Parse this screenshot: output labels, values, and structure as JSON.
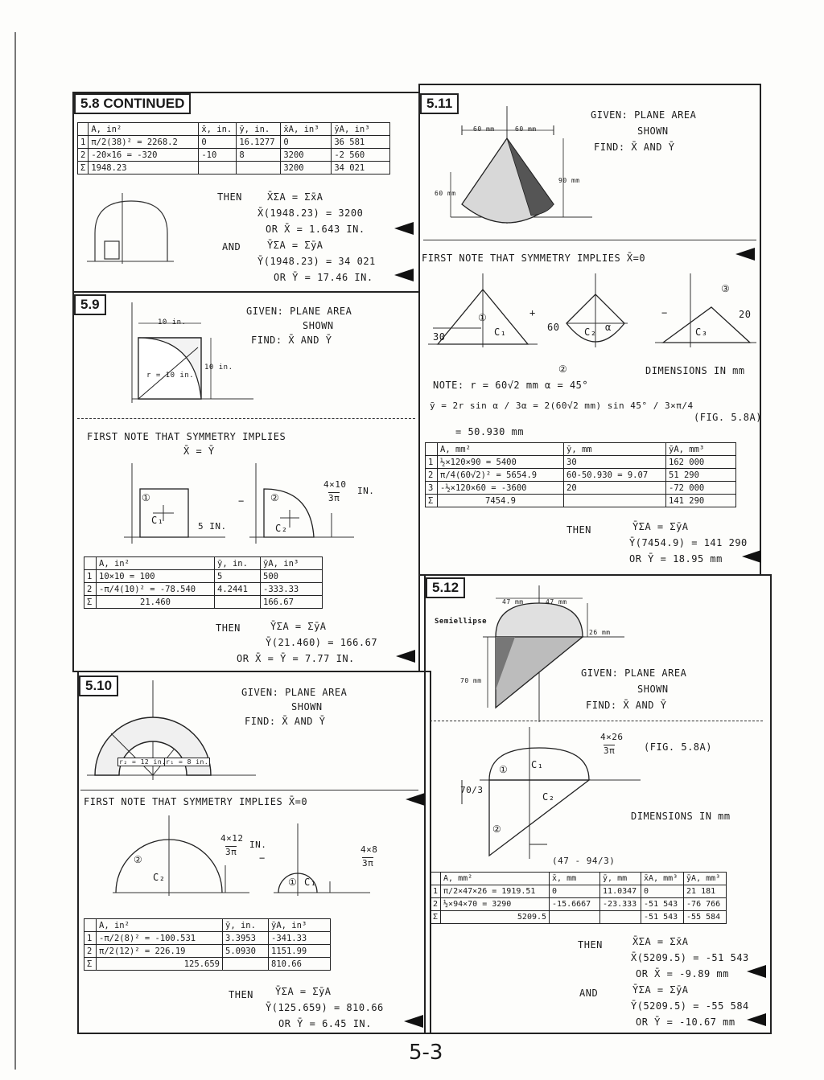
{
  "page_number": "5-3",
  "p58": {
    "header": "5.8 CONTINUED",
    "table": {
      "headers": [
        "",
        "A, in²",
        "x̄, in.",
        "ȳ, in.",
        "x̄A, in³",
        "ȳA, in³"
      ],
      "rows": [
        [
          "1",
          "π/2(38)² = 2268.2",
          "0",
          "16.1277",
          "0",
          "36 581"
        ],
        [
          "2",
          "-20×16 = -320",
          "-10",
          "8",
          "3200",
          "-2 560"
        ],
        [
          "Σ",
          "1948.23",
          "",
          "",
          "3200",
          "34 021"
        ]
      ]
    },
    "then": "THEN",
    "eq1": "X̄ΣA = Σx̄A",
    "eq2": "X̄(1948.23) = 3200",
    "eq3": "OR  X̄ = 1.643 IN.",
    "and": "AND",
    "eq4": "ȲΣA = ΣȳA",
    "eq5": "Ȳ(1948.23) = 34 021",
    "eq6": "OR  Ȳ = 17.46 IN."
  },
  "p59": {
    "header": "5.9",
    "given": "GIVEN: PLANE AREA",
    "shown": "SHOWN",
    "find": "FIND: X̄ AND Ȳ",
    "dim_10in": "10 in.",
    "dim_10in_v": "10 in.",
    "dim_r": "r = 10 in.",
    "first_note": "FIRST  NOTE  THAT  SYMMETRY  IMPLIES",
    "xy": "X̄ = Ȳ",
    "frac": "4×10",
    "frac_den": "3π",
    "in": "IN.",
    "dim_5in": "5 IN.",
    "c1": "C₁",
    "c2": "C₂",
    "n1": "①",
    "n2": "②",
    "table": {
      "headers": [
        "",
        "A, in²",
        "ȳ, in.",
        "ȳA, in³"
      ],
      "rows": [
        [
          "1",
          "10×10 = 100",
          "5",
          "500"
        ],
        [
          "2",
          "-π/4(10)² = -78.540",
          "4.2441",
          "-333.33"
        ],
        [
          "Σ",
          "21.460",
          "",
          "166.67"
        ]
      ]
    },
    "then": "THEN",
    "eq1": "ȲΣA = ΣȳA",
    "eq2": "Ȳ(21.460) = 166.67",
    "eq3": "OR  X̄ = Ȳ = 7.77 IN."
  },
  "p510": {
    "header": "5.10",
    "given": "GIVEN: PLANE AREA",
    "shown": "SHOWN",
    "find": "FIND: X̄ AND Ȳ",
    "r2": "r₂ = 12 in.",
    "r1": "r₁ = 8 in.",
    "first_note": "FIRST NOTE THAT  SYMMETRY  IMPLIES  X̄=0",
    "frac1": "4×12",
    "frac1_den": "3π",
    "frac2": "4×8",
    "frac2_den": "3π",
    "in": "IN.",
    "n1": "①",
    "n2": "②",
    "c1": "C₁",
    "c2": "C₂",
    "table": {
      "headers": [
        "",
        "A, in²",
        "ȳ, in.",
        "ȳA, in³"
      ],
      "rows": [
        [
          "1",
          "-π/2(8)² = -100.531",
          "3.3953",
          "-341.33"
        ],
        [
          "2",
          "π/2(12)² = 226.19",
          "5.0930",
          "1151.99"
        ],
        [
          "Σ",
          "125.659",
          "",
          "810.66"
        ]
      ]
    },
    "then": "THEN",
    "eq1": "ȲΣA = ΣȳA",
    "eq2": "Ȳ(125.659) = 810.66",
    "eq3": "OR  Ȳ = 6.45 IN."
  },
  "p511": {
    "header": "5.11",
    "given": "GIVEN: PLANE AREA",
    "shown": "SHOWN",
    "find": "FIND: X̄ AND Ȳ",
    "dim60a": "60 mm",
    "dim60b": "60 mm",
    "dim60c": "60 mm",
    "dim90": "90 mm",
    "first_note": "FIRST  NOTE  THAT  SYMMETRY  IMPLIES  X̄=0",
    "dims": "DIMENSIONS  IN  mm",
    "note": "NOTE:  r = 60√2 mm    α = 45°",
    "ybar_eq": "ȳ = 2r sin α / 3α = 2(60√2 mm) sin 45° / 3×π/4",
    "fig": "(FIG. 5.8A)",
    "ybar_val": "= 50.930 mm",
    "lbl30": "30",
    "lbl60": "60",
    "lbl20": "20",
    "table": {
      "headers": [
        "",
        "A, mm²",
        "ȳ, mm",
        "ȳA, mm³"
      ],
      "rows": [
        [
          "1",
          "½×120×90 = 5400",
          "30",
          "162 000"
        ],
        [
          "2",
          "π/4(60√2)² = 5654.9",
          "60-50.930 = 9.07",
          "51 290"
        ],
        [
          "3",
          "-½×120×60 = -3600",
          "20",
          "-72 000"
        ],
        [
          "Σ",
          "7454.9",
          "",
          "141 290"
        ]
      ]
    },
    "then": "THEN",
    "eq1": "ȲΣA = ΣȳA",
    "eq2": "Ȳ(7454.9) = 141 290",
    "eq3": "OR  Ȳ = 18.95 mm"
  },
  "p512": {
    "header": "5.12",
    "semiellipse": "Semiellipse",
    "dim47a": "47 mm",
    "dim47b": "47 mm",
    "dim26": "26 mm",
    "dim70": "70 mm",
    "given": "GIVEN: PLANE AREA",
    "shown": "SHOWN",
    "find": "FIND: X̄ AND Ȳ",
    "frac": "4×26",
    "frac_den": "3π",
    "fig": "(FIG. 5.8A)",
    "dims": "DIMENSIONS  IN  mm",
    "seventy3": "70/3",
    "xlabel": "(47 - 94/3)",
    "table": {
      "headers": [
        "",
        "A, mm²",
        "x̄, mm",
        "ȳ, mm",
        "x̄A, mm³",
        "ȳA, mm³"
      ],
      "rows": [
        [
          "1",
          "π/2×47×26 = 1919.51",
          "0",
          "11.0347",
          "0",
          "21 181"
        ],
        [
          "2",
          "½×94×70 = 3290",
          "-15.6667",
          "-23.333",
          "-51 543",
          "-76 766"
        ],
        [
          "Σ",
          "5209.5",
          "",
          "",
          "-51 543",
          "-55 584"
        ]
      ]
    },
    "then": "THEN",
    "eq1": "X̄ΣA = Σx̄A",
    "eq2": "X̄(5209.5) = -51 543",
    "eq3": "OR  X̄ = -9.89 mm",
    "and": "AND",
    "eq4": "ȲΣA = ΣȳA",
    "eq5": "Ȳ(5209.5) = -55 584",
    "eq6": "OR  Ȳ = -10.67 mm"
  }
}
